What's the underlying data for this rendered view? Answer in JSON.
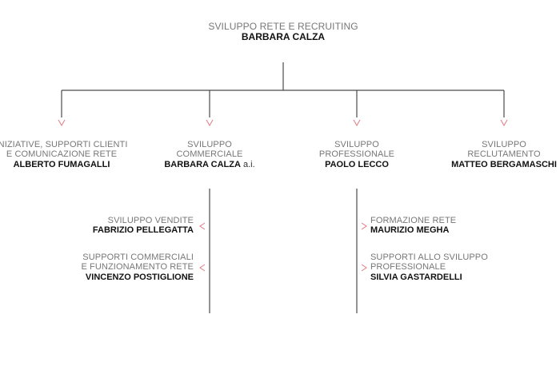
{
  "head": {
    "role": "SVILUPPO RETE E RECRUITING",
    "name": "BARBARA CALZA"
  },
  "departments": [
    {
      "role": "INIZIATIVE, SUPPORTI CLIENTI\ne COMUNICAZIONE RETE",
      "name": "ALBERTO FUMAGALLI",
      "suffix": ""
    },
    {
      "role": "SVILUPPO\nCOMMERCIALE",
      "name": "BARBARA CALZA",
      "suffix": " a.i."
    },
    {
      "role": "SVILUPPO\nPROFESSIONALE",
      "name": "PAOLO LECCO",
      "suffix": ""
    },
    {
      "role": "SVILUPPO\nRECLUTAMENTO",
      "name": "MATTEO BERGAMASCHI",
      "suffix": ""
    }
  ],
  "commerciale_units": [
    {
      "role": "SVILUPPO VENDITE",
      "name": "FABRIZIO PELLEGATTA"
    },
    {
      "role": "SUPPORTI COMMERCIALI\ne FUNZIONAMENTO RETE",
      "name": "VINCENZO POSTIGLIONE"
    }
  ],
  "professionale_units": [
    {
      "role": "FORMAZIONE RETE",
      "name": "MAURIZIO MEGHA"
    },
    {
      "role": "SUPPORTI ALLO SVILUPPO\nPROFESSIONALE",
      "name": "SILVIA GASTARDELLI"
    }
  ],
  "colors": {
    "line": "#4a4a4a",
    "chevron": "#e07a82",
    "role_text": "#777777",
    "name_text": "#111111"
  }
}
